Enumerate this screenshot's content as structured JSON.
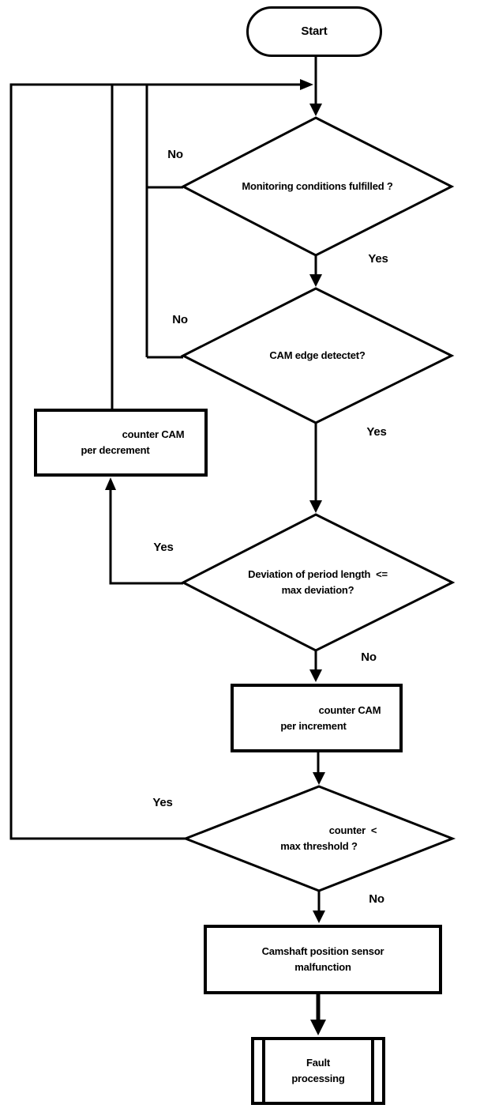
{
  "colors": {
    "ink": "#000000",
    "background": "#ffffff"
  },
  "nodes": {
    "start": {
      "label": "Start"
    },
    "decision_monitoring": {
      "text": "Monitoring conditions fulfilled ?"
    },
    "decision_cam_edge": {
      "text": "CAM edge detectet?"
    },
    "process_decrement": {
      "line1": "counter CAM",
      "line2": "per decrement"
    },
    "decision_deviation": {
      "line1": "Deviation of period length  <=",
      "line2": "max deviation?"
    },
    "process_increment": {
      "line1": "counter CAM",
      "line2": "per increment"
    },
    "decision_threshold": {
      "line1": "counter  <",
      "line2": "max threshold ?"
    },
    "process_malfunction": {
      "line1": "Camshaft position sensor",
      "line2": "malfunction"
    },
    "predefined_fault": {
      "line1": "Fault",
      "line2": "processing"
    }
  },
  "branch_labels": {
    "monitoring_no": "No",
    "monitoring_yes": "Yes",
    "cam_edge_no": "No",
    "cam_edge_yes": "Yes",
    "deviation_yes": "Yes",
    "deviation_no": "No",
    "threshold_yes": "Yes",
    "threshold_no": "No"
  }
}
